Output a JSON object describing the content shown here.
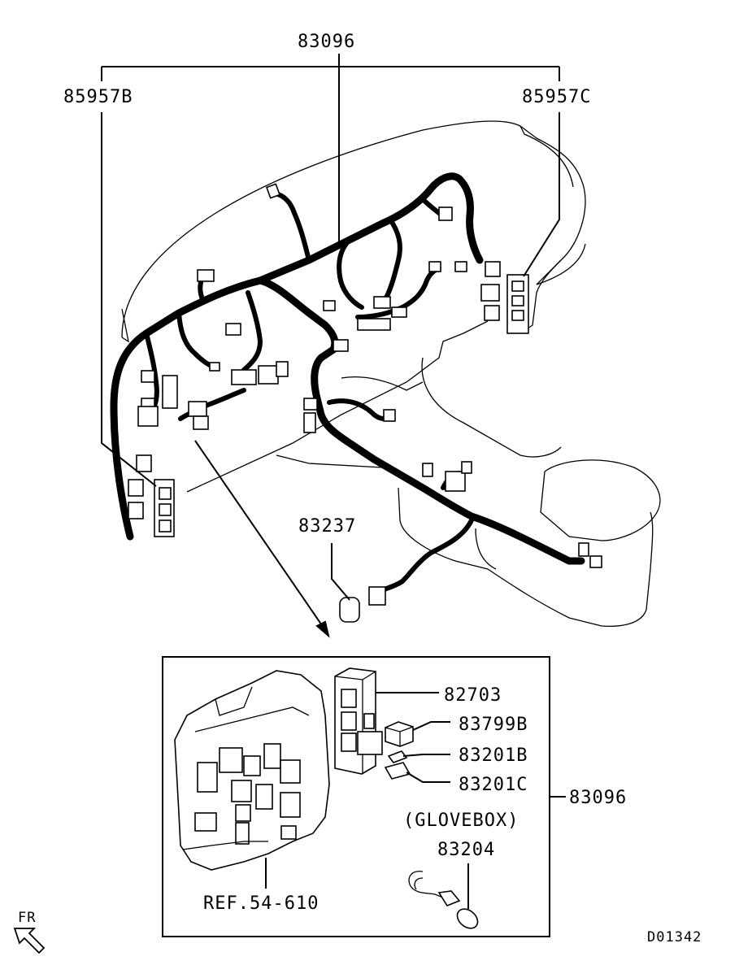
{
  "labels": {
    "harness_main_top": "83096",
    "harness_left": "85957B",
    "harness_right": "85957C",
    "bulb_lower": "83237",
    "junction_block": "82703",
    "relay": "83799B",
    "clip_b": "83201B",
    "clip_c": "83201C",
    "harness_box": "83096",
    "glovebox_note": "(GLOVEBOX)",
    "glovebox_lamp": "83204",
    "reference": "REF.54-610",
    "front_indicator": "FR",
    "diagram_code": "D01342"
  }
}
